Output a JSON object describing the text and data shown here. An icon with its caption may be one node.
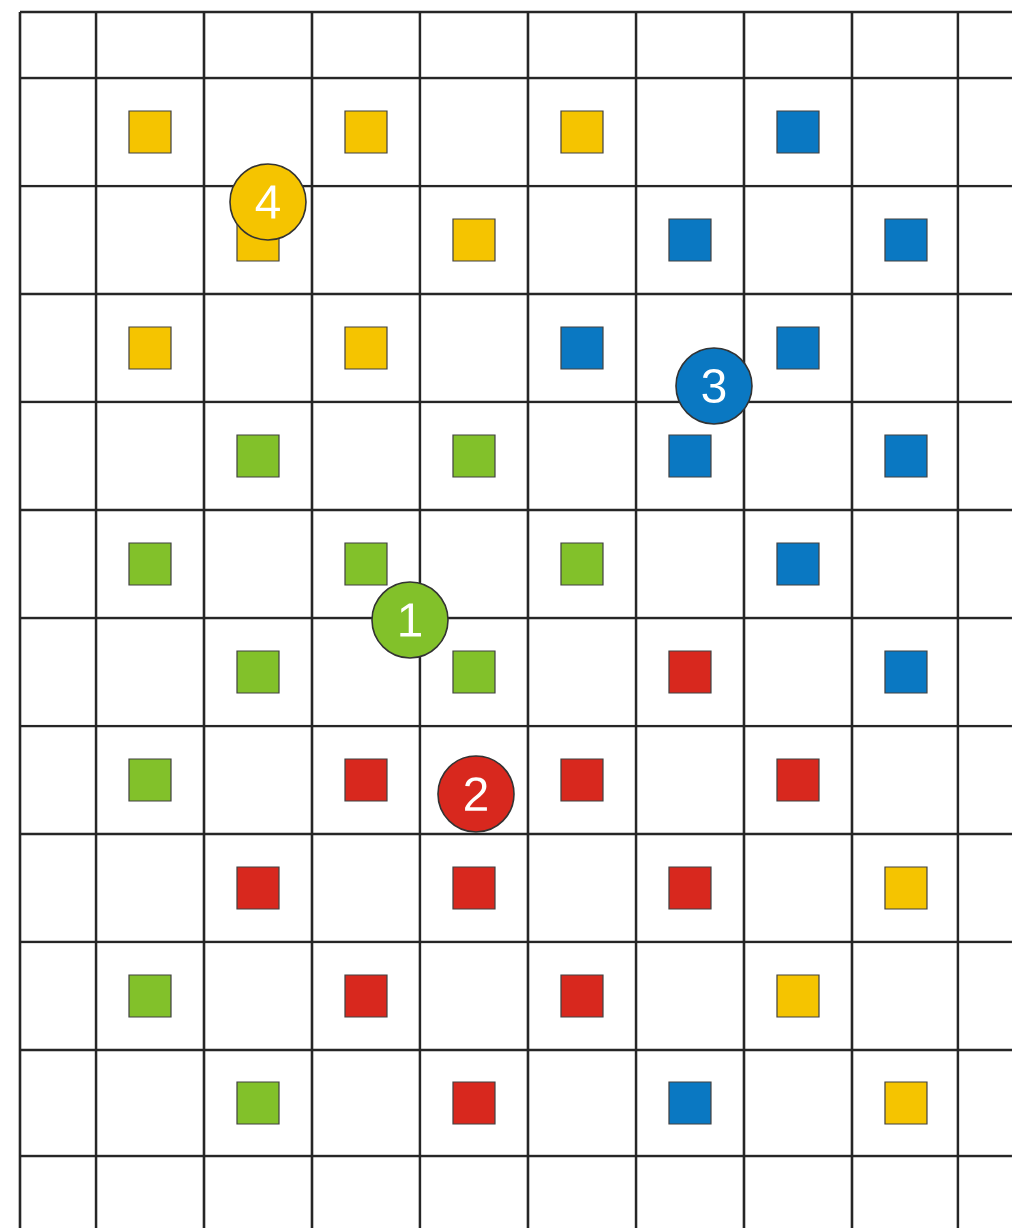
{
  "diagram": {
    "nodes": [
      {
        "text": [
          "4"
        ]
      },
      {
        "text": [
          "3"
        ]
      },
      {
        "text": [
          "1"
        ]
      },
      {
        "text": [
          "2"
        ]
      }
    ]
  }
}
